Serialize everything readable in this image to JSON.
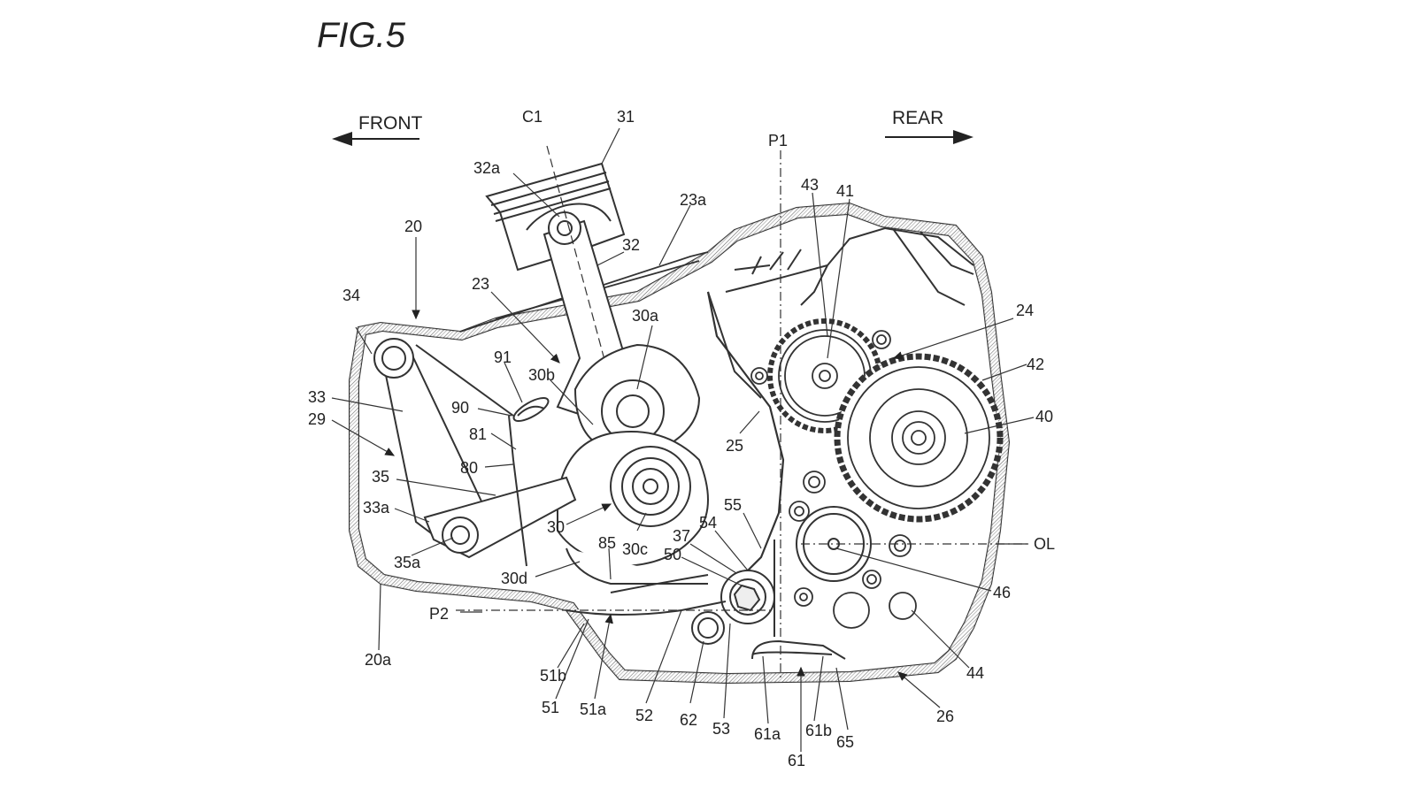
{
  "figure": {
    "title": "FIG.5"
  },
  "directions": {
    "front": "FRONT",
    "rear": "REAR"
  },
  "references": [
    "C1",
    "31",
    "32a",
    "32",
    "23a",
    "23",
    "20",
    "34",
    "91",
    "30b",
    "30a",
    "P1",
    "43",
    "41",
    "24",
    "42",
    "40",
    "33",
    "29",
    "90",
    "81",
    "80",
    "25",
    "35",
    "33a",
    "30",
    "30c",
    "85",
    "35a",
    "30d",
    "55",
    "54",
    "37",
    "50",
    "OL",
    "46",
    "P2",
    "20a",
    "51b",
    "51",
    "51a",
    "52",
    "62",
    "53",
    "61a",
    "61b",
    "61",
    "65",
    "26",
    "44"
  ]
}
